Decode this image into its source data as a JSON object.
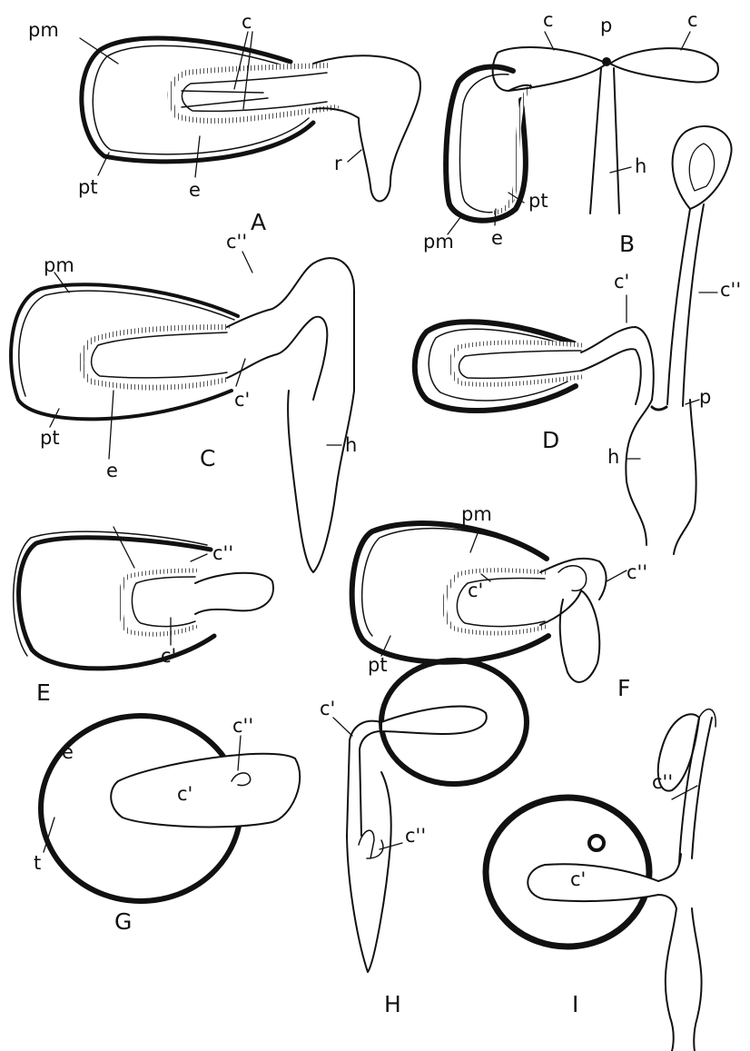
{
  "colors": {
    "ink": "#111111",
    "paper": "#ffffff",
    "hatch": "#555555"
  },
  "labels": {
    "A": {
      "panel": "A",
      "pm": "pm",
      "pt": "pt",
      "c": "c",
      "e": "e",
      "r": "r"
    },
    "B": {
      "panel": "B",
      "c_left": "c",
      "p": "p",
      "c_right": "c",
      "h": "h",
      "pt": "pt",
      "pm": "pm",
      "e": "e"
    },
    "C": {
      "panel": "C",
      "pm": "pm",
      "c2": "c''",
      "c1": "c'",
      "pt": "pt",
      "e": "e",
      "h": "h"
    },
    "D": {
      "panel": "D",
      "c1": "c'",
      "c2": "c''",
      "p": "p",
      "h": "h"
    },
    "E": {
      "panel": "E",
      "c2": "c''",
      "c1": "c'"
    },
    "F": {
      "panel": "F",
      "pm": "pm",
      "c1": "c'",
      "c2": "c''",
      "pt": "pt"
    },
    "G": {
      "panel": "G",
      "e": "e",
      "c2": "c''",
      "c1": "c'",
      "t": "t"
    },
    "H": {
      "panel": "H",
      "c1": "c'",
      "c2": "c''"
    },
    "I": {
      "panel": "I",
      "c2": "c''",
      "c1": "c'"
    }
  }
}
